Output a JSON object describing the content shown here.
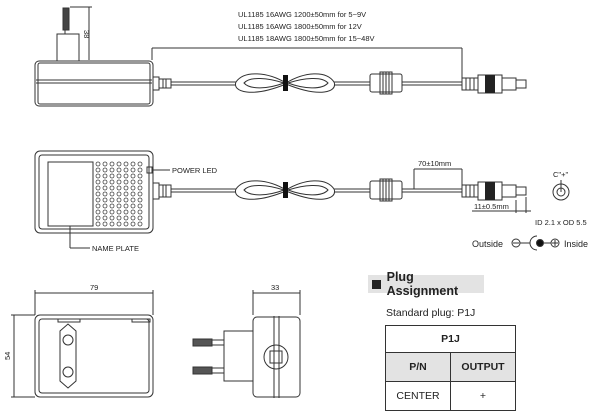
{
  "drawing": {
    "cable_specs": [
      "UL1185 16AWG 1200±50mm for 5~9V",
      "UL1185 16AWG 1800±50mm for 12V",
      "UL1185 18AWG 1800±50mm for 15~48V"
    ],
    "plug_height_dim": "38",
    "power_led_label": "POWER LED",
    "name_plate_label": "NAME PLATE",
    "strain_length_dim": "70±10mm",
    "plug_length_dim": "11±0.5mm",
    "connector_code": "C\"+\"",
    "plug_size": "ID 2.1 x OD 5.5",
    "polarity": {
      "outside_label": "Outside",
      "inside_label": "Inside",
      "outside_sign": "⊖",
      "inside_sign": "⊕"
    },
    "width_dim": "79",
    "height_dim": "54",
    "depth_dim": "33"
  },
  "plug_assignment": {
    "title": "Plug Assignment",
    "standard_plug": "Standard plug: P1J",
    "table": {
      "caption": "P1J",
      "headers": [
        "P/N",
        "OUTPUT"
      ],
      "rows": [
        [
          "CENTER",
          "+"
        ]
      ]
    }
  }
}
